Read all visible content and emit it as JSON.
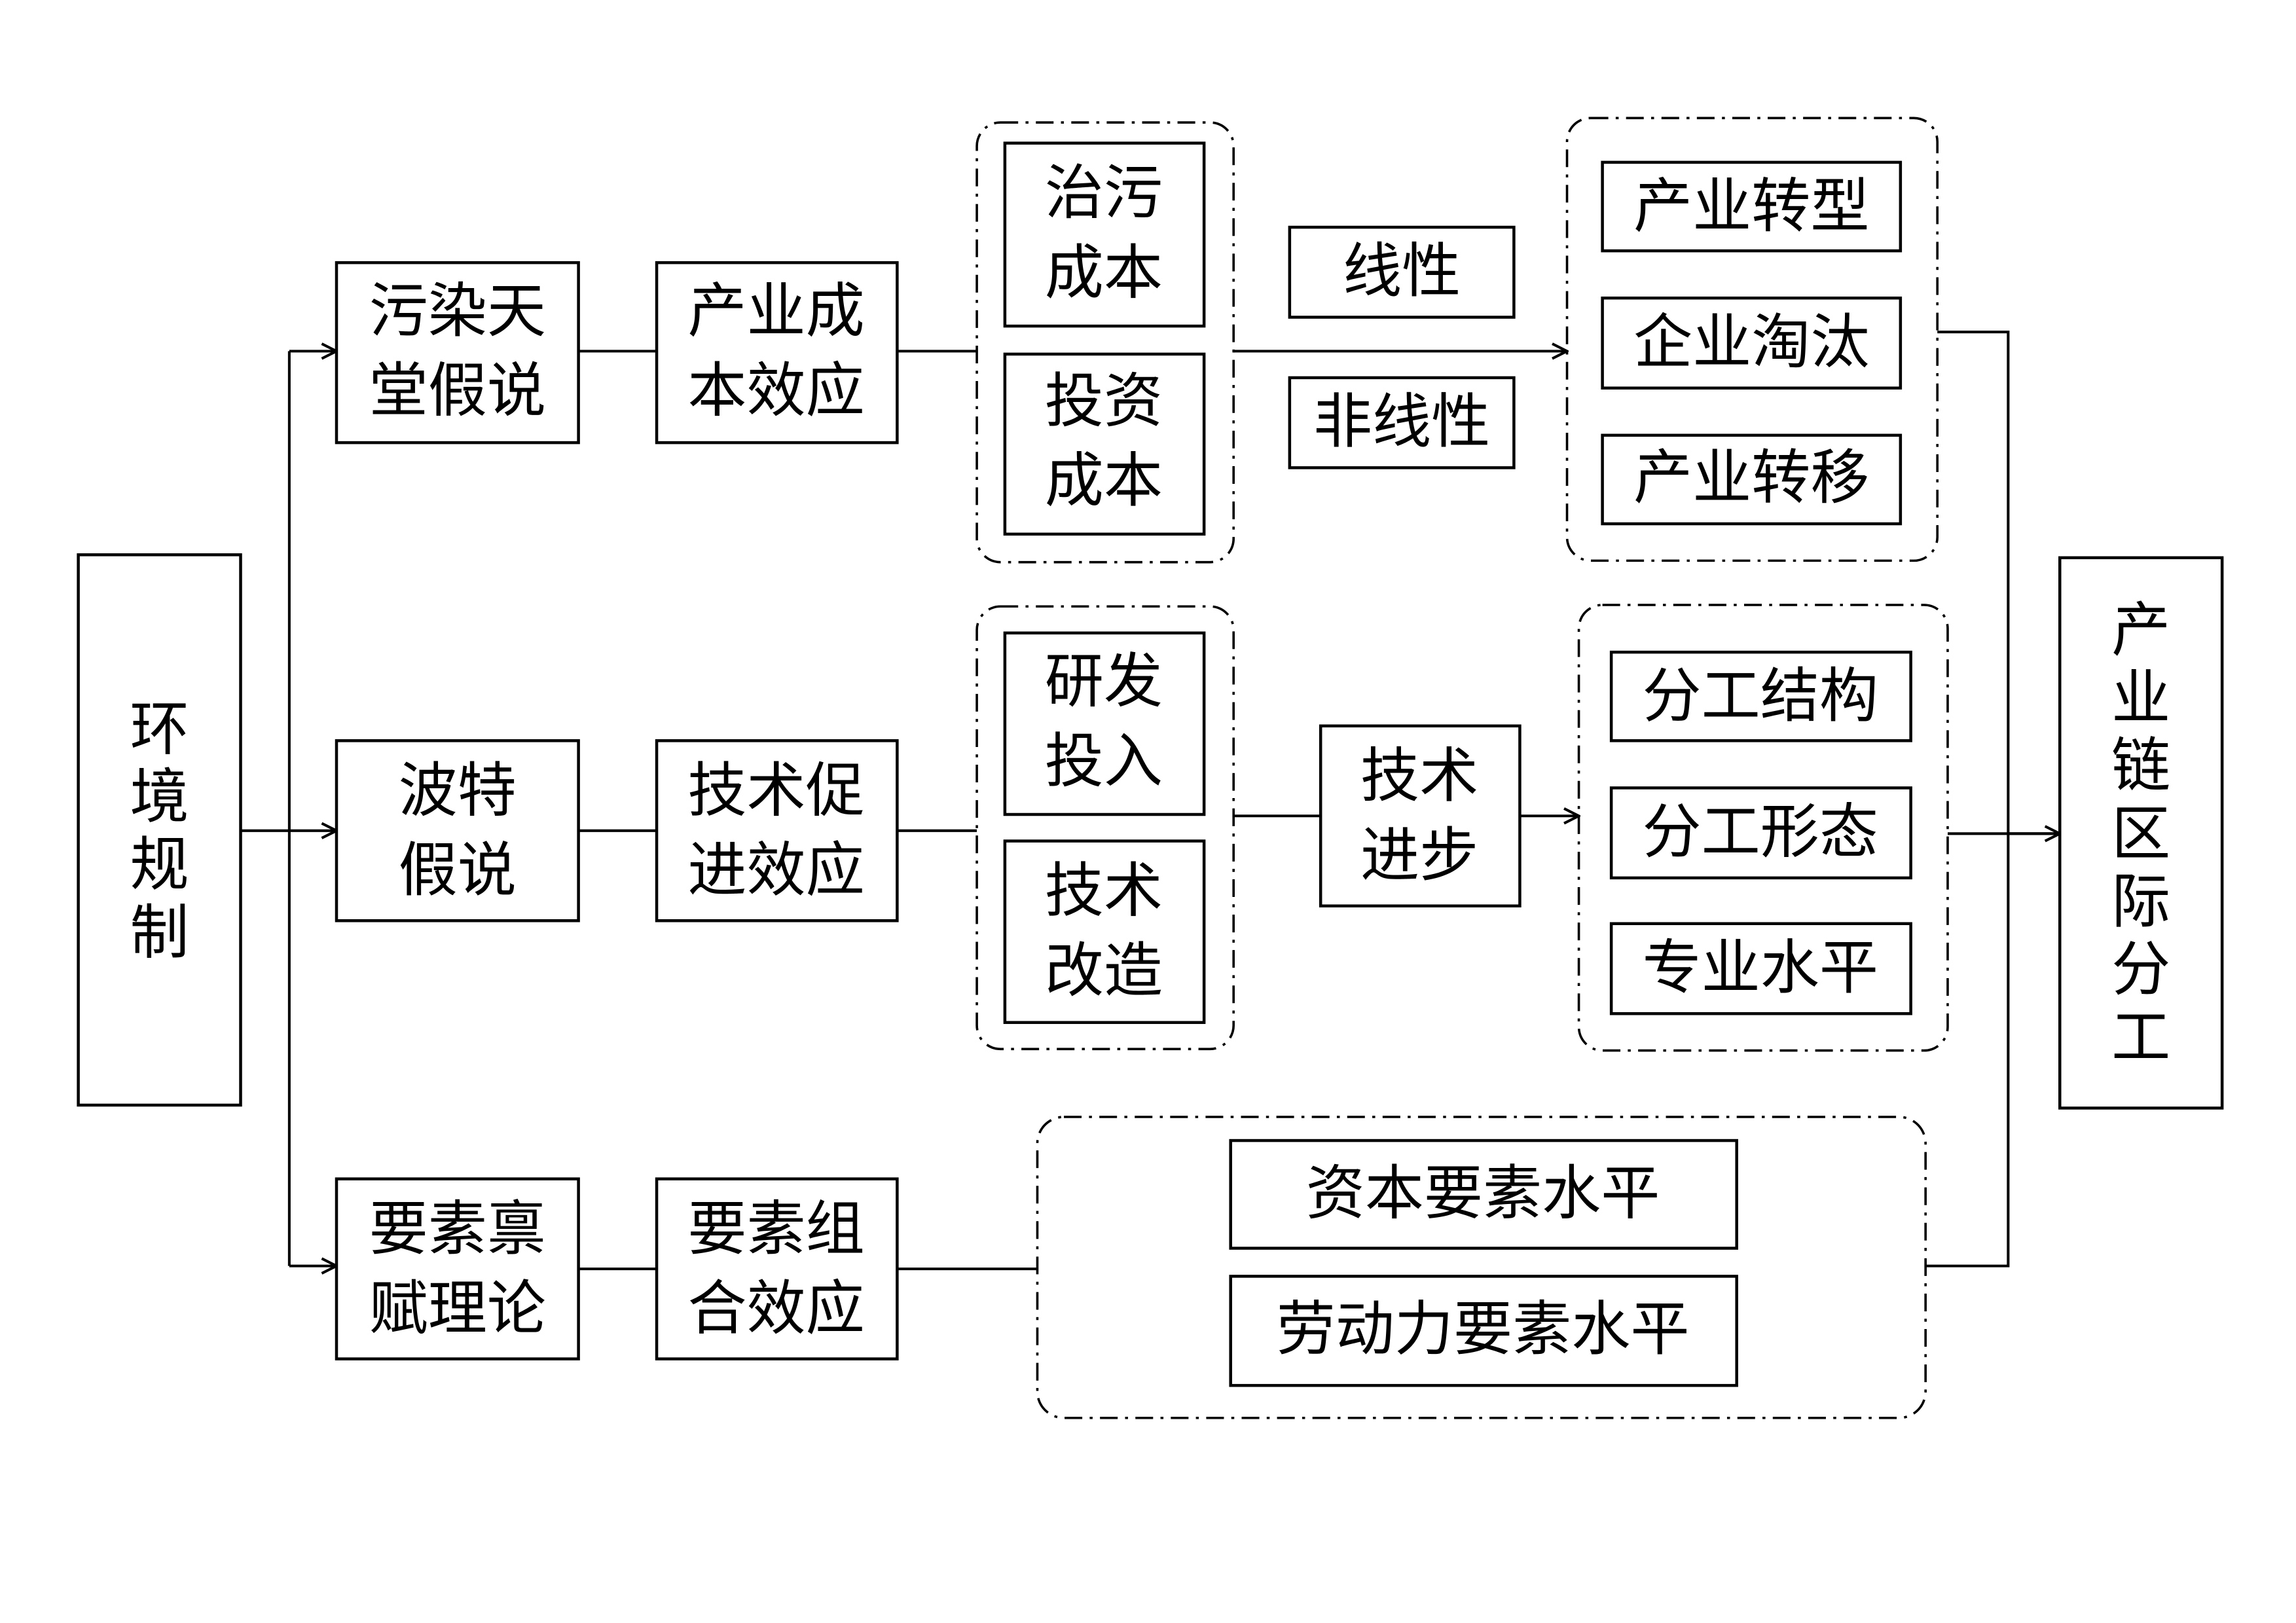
{
  "diagram": {
    "source": {
      "text": "环境规制"
    },
    "target": {
      "text": "产业链区际分工"
    },
    "branches": [
      {
        "theory": [
          "污染天",
          "堂假说"
        ],
        "effect": [
          "产业成",
          "本效应"
        ],
        "factors": [
          [
            "治污",
            "成本"
          ],
          [
            "投资",
            "成本"
          ]
        ],
        "mediators": [
          "线性",
          "非线性"
        ],
        "outcomes": [
          "产业转型",
          "企业淘汰",
          "产业转移"
        ]
      },
      {
        "theory": [
          "波特",
          "假说"
        ],
        "effect": [
          "技术促",
          "进效应"
        ],
        "factors": [
          [
            "研发",
            "投入"
          ],
          [
            "技术",
            "改造"
          ]
        ],
        "mediators": [
          [
            "技术",
            "进步"
          ]
        ],
        "outcomes": [
          "分工结构",
          "分工形态",
          "专业水平"
        ]
      },
      {
        "theory": [
          "要素禀",
          "赋理论"
        ],
        "effect": [
          "要素组",
          "合效应"
        ],
        "factors": [
          "资本要素水平",
          "劳动力要素水平"
        ]
      }
    ]
  }
}
